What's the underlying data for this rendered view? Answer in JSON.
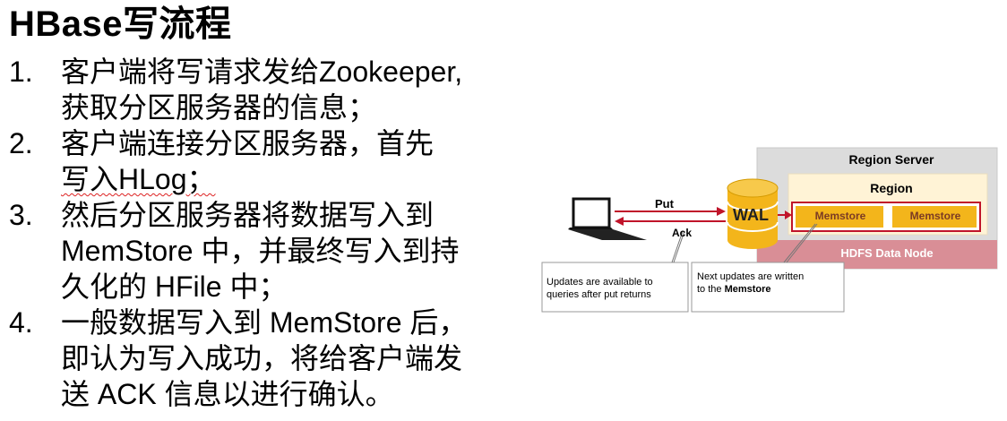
{
  "title": "HBase写流程",
  "steps": [
    {
      "num": "1.",
      "lines": [
        "客户端将写请求发给Zookeeper,",
        "获取分区服务器的信息；"
      ]
    },
    {
      "num": "2.",
      "lines": [
        "客户端连接分区服务器，首先",
        "写入HLog；"
      ]
    },
    {
      "num": "3.",
      "lines": [
        "然后分区服务器将数据写入到",
        "MemStore 中，并最终写入到持",
        "久化的 HFile 中；"
      ]
    },
    {
      "num": "4.",
      "lines": [
        "一般数据写入到 MemStore 后，",
        "即认为写入成功，将给客户端发",
        "送 ACK 信息以进行确认。"
      ]
    }
  ],
  "diagram": {
    "region_server_label": "Region Server",
    "region_label": "Region",
    "memstore_1": "Memstore",
    "memstore_2": "Memstore",
    "hdfs_label": "HDFS Data Node",
    "wal_label": "WAL",
    "put_label": "Put",
    "ack_label": "Ack",
    "note_put_line1": "Updates are available to",
    "note_put_line2": "queries after put returns",
    "note_memstore_line1": "Next updates are written",
    "note_memstore_prefix": "to the ",
    "note_memstore_bold": "Memstore",
    "colors": {
      "accent_red": "#c0142a",
      "memstore_fill": "#f3b51b",
      "region_fill": "#fff3d6",
      "server_fill": "#dcdcdc",
      "hdfs_fill": "#d98e96",
      "wal_fill": "#f3b51b"
    },
    "icons": [
      "laptop-icon",
      "database-cylinder-icon"
    ]
  }
}
